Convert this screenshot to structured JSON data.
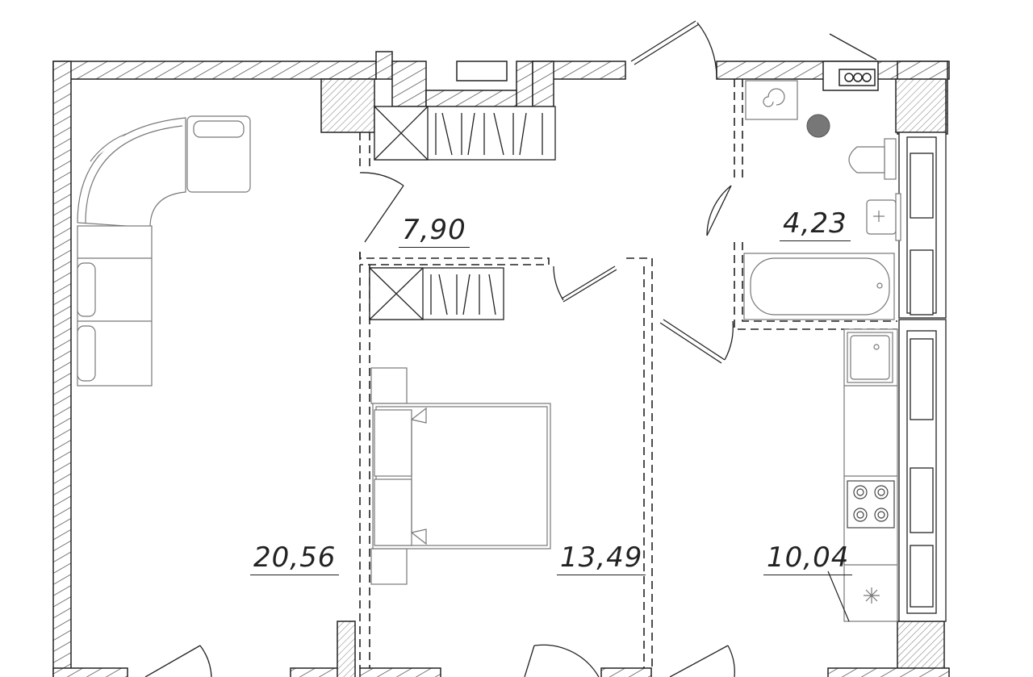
{
  "floor_plan": {
    "rooms": [
      {
        "id": "living-room",
        "area": "20,56"
      },
      {
        "id": "hallway",
        "area": "7,90"
      },
      {
        "id": "bathroom",
        "area": "4,23"
      },
      {
        "id": "bedroom",
        "area": "13,49"
      },
      {
        "id": "kitchen",
        "area": "10,04"
      }
    ],
    "colors": {
      "line": "#222222",
      "hatch": "#333333",
      "fixture": "#777777",
      "fill": "#ffffff"
    },
    "icons": [
      "sofa-icon",
      "bed-icon",
      "wardrobe-icon",
      "toilet-icon",
      "bathtub-icon",
      "sink-icon",
      "stove-icon",
      "washing-machine-icon",
      "shower-drain-icon",
      "ventilation-icon",
      "window-icon",
      "door-icon"
    ]
  }
}
